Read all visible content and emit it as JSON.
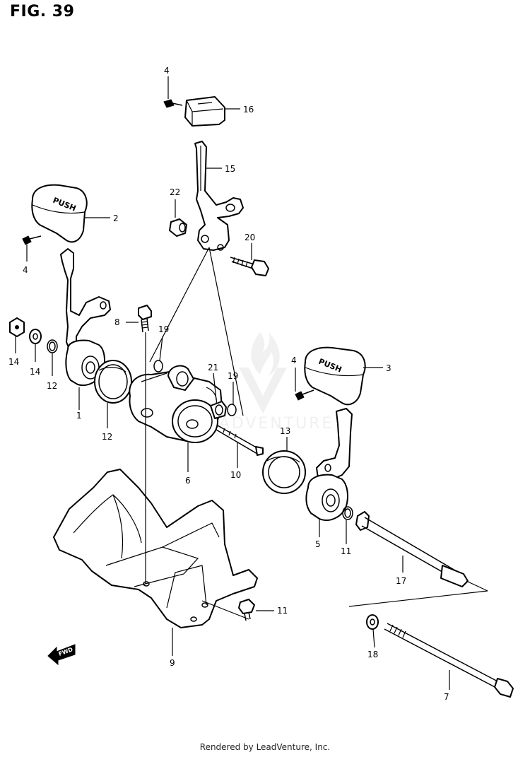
{
  "figure": {
    "title": "FIG. 39",
    "footer": "Rendered by LeadVenture, Inc.",
    "watermark": "LEADVENTURE",
    "fwd_label": "FWD",
    "knob_label": "PUSH"
  },
  "callouts": [
    {
      "id": "c1",
      "label": "1"
    },
    {
      "id": "c2",
      "label": "2"
    },
    {
      "id": "c3",
      "label": "3"
    },
    {
      "id": "c4a",
      "label": "4"
    },
    {
      "id": "c4b",
      "label": "4"
    },
    {
      "id": "c4c",
      "label": "4"
    },
    {
      "id": "c5",
      "label": "5"
    },
    {
      "id": "c6",
      "label": "6"
    },
    {
      "id": "c7",
      "label": "7"
    },
    {
      "id": "c8",
      "label": "8"
    },
    {
      "id": "c9",
      "label": "9"
    },
    {
      "id": "c10",
      "label": "10"
    },
    {
      "id": "c11a",
      "label": "11"
    },
    {
      "id": "c11b",
      "label": "11"
    },
    {
      "id": "c12a",
      "label": "12"
    },
    {
      "id": "c12b",
      "label": "12"
    },
    {
      "id": "c13",
      "label": "13"
    },
    {
      "id": "c14a",
      "label": "14"
    },
    {
      "id": "c14b",
      "label": "14"
    },
    {
      "id": "c15",
      "label": "15"
    },
    {
      "id": "c16",
      "label": "16"
    },
    {
      "id": "c17",
      "label": "17"
    },
    {
      "id": "c18",
      "label": "18"
    },
    {
      "id": "c19a",
      "label": "19"
    },
    {
      "id": "c19b",
      "label": "19"
    },
    {
      "id": "c20",
      "label": "20"
    },
    {
      "id": "c21",
      "label": "21"
    },
    {
      "id": "c22",
      "label": "22"
    }
  ]
}
